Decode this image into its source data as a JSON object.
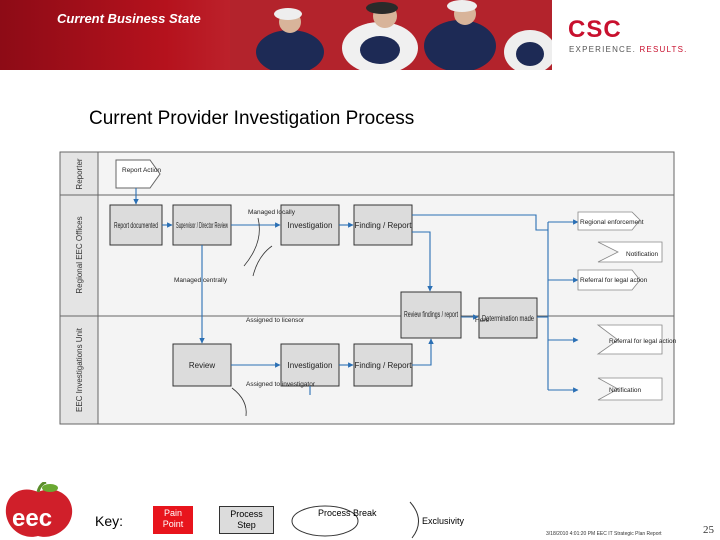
{
  "header": {
    "title": "Current Business State"
  },
  "logo": {
    "mark": "CSC",
    "tagline_a": "EXPERIENCE.",
    "tagline_b": "RESULTS."
  },
  "page_title": "Current Provider Investigation Process",
  "lanes": [
    {
      "label": "Reporter"
    },
    {
      "label": "Regional EEC Offices"
    },
    {
      "label": "EEC Investigations Unit"
    }
  ],
  "boxes": {
    "report_documented": "Report documented",
    "supervisor_review": "Supervisor / Director Review",
    "investigation_1": "Investigation",
    "finding_report_1": "Finding / Report",
    "review_findings": "Review findings / report",
    "determination_made": "Determination made",
    "review": "Review",
    "investigation_2": "Investigation",
    "finding_report_2": "Finding / Report"
  },
  "notes": {
    "report_action": "Report Action",
    "managed_locally": "Managed locally",
    "managed_centrally": "Managed centrally",
    "assigned_licensor": "Assigned to licensor",
    "assigned_investigator": "Assigned to investigator",
    "regional_enforcement": "Regional enforcement",
    "notification_1": "Notification",
    "referral_legal_1": "Referral for legal action",
    "referral_legal_2": "Referral for legal action",
    "notification_2": "Notification",
    "here": "Here"
  },
  "key": {
    "label": "Key:",
    "pain_point": "Pain Point",
    "process_step": "Process Step",
    "process_break": "Process Break",
    "exclusivity": "Exclusivity"
  },
  "footer": {
    "meta": "3/18/2010 4:01:20 PM EEC IT Strategic Plan Report",
    "page_number": "25"
  },
  "eec_logo_text": "eec",
  "colors": {
    "header_red": "#b5121d",
    "brand_red": "#c8102e",
    "pain_point": "#e8141c",
    "box_fill": "#dcdcdc",
    "arrow": "#2a6fb4"
  }
}
